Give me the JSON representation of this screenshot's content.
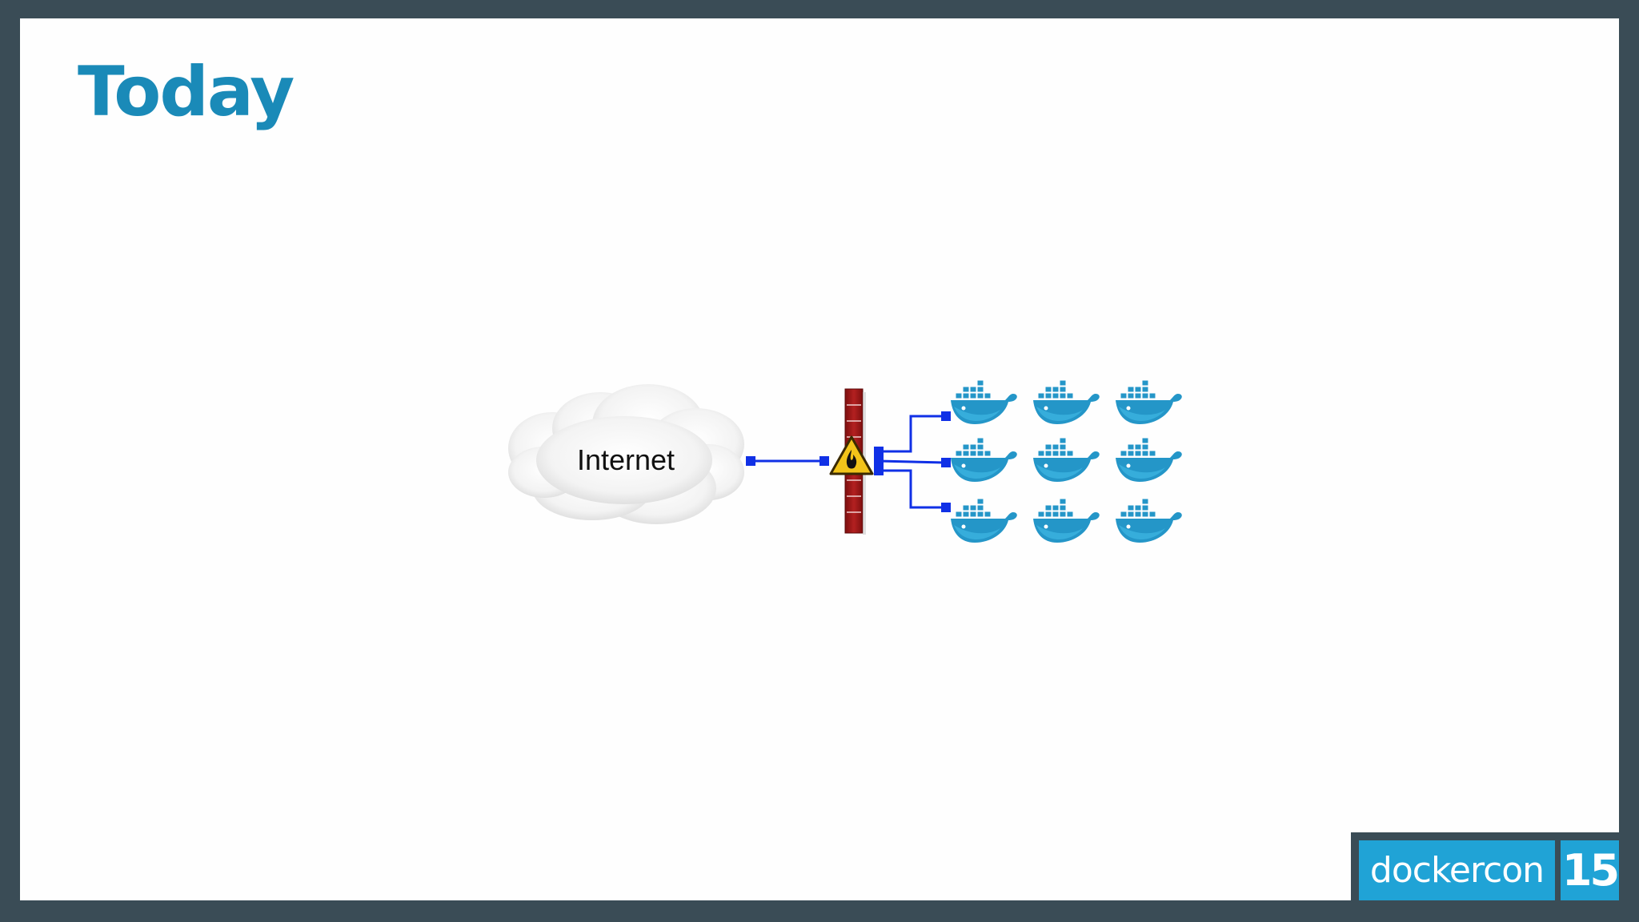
{
  "slide": {
    "title": "Today"
  },
  "diagram": {
    "cloud_label": "Internet",
    "firewall_icon": "firewall-icon",
    "warning_icon": "fire-warning-icon",
    "container_icon": "docker-whale-icon",
    "container_rows": 3,
    "container_cols": 3,
    "colors": {
      "link": "#1030e6",
      "firewall": "#9b1a1a",
      "whale": "#2496c8",
      "whale_light": "#3bb3e0",
      "warning": "#f2c41a"
    }
  },
  "branding": {
    "name": "dockercon",
    "number": "15",
    "colors": {
      "accent": "#20a3d6",
      "frame": "#3a4c56"
    }
  }
}
